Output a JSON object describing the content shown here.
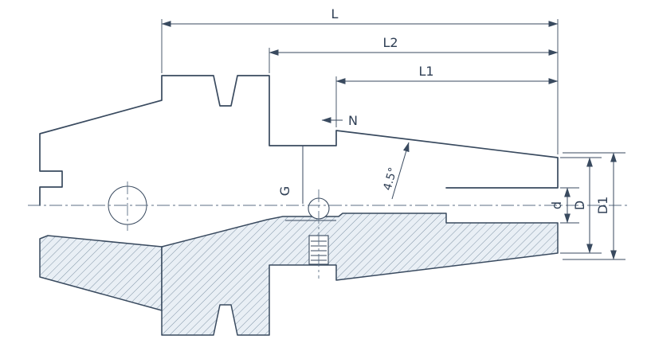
{
  "drawing": {
    "dimensions": {
      "overall_length": "L",
      "length_l2": "L2",
      "length_l1": "L1",
      "nose_ref": "N",
      "thread": "G",
      "taper_angle": "4.5°",
      "bore_diameter": "d",
      "nose_diameter": "D",
      "body_diameter": "D1"
    },
    "colors": {
      "line": "#394a5f",
      "hatch_fill": "#e9eff5",
      "hatch_line": "#8296a8",
      "background": "#ffffff"
    }
  }
}
